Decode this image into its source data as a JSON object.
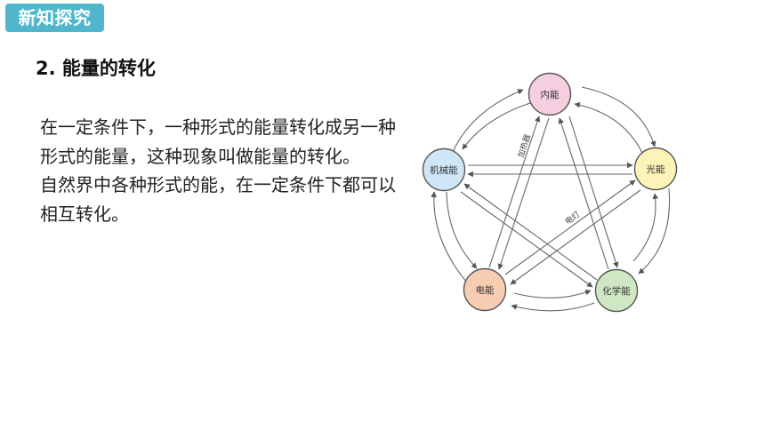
{
  "badge": {
    "label": "新知探究",
    "color": "#4fb6cc"
  },
  "section": {
    "title": "2. 能量的转化"
  },
  "body": {
    "paragraph1": "在一定条件下，一种形式的能量转化成另一种形式的能量，这种现象叫做能量的转化。",
    "paragraph2": "自然界中各种形式的能，在一定条件下都可以相互转化。"
  },
  "diagram": {
    "nodes": {
      "internal": {
        "label": "内能",
        "color": "#f5cfe0"
      },
      "light": {
        "label": "光能",
        "color": "#fbf3b8"
      },
      "chemical": {
        "label": "化学能",
        "color": "#cfe7c2"
      },
      "electric": {
        "label": "电能",
        "color": "#f7cdb1"
      },
      "mechanical": {
        "label": "机械能",
        "color": "#cfe6f7"
      }
    },
    "edge_labels": {
      "heat_exchanger": "加热器",
      "lamp": "电灯"
    }
  }
}
